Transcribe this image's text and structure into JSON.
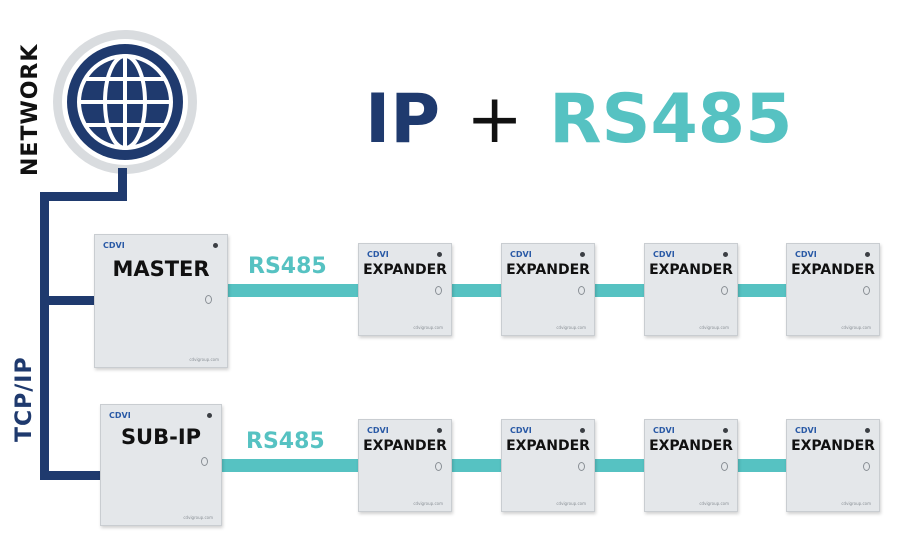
{
  "title": {
    "ip": "IP",
    "plus": "+",
    "rs485": "RS485"
  },
  "labels": {
    "network": "NETWORK",
    "tcp_ip": "TCP/IP"
  },
  "brand": "CDVI",
  "footer_text": "cdvigroup.com",
  "rows": [
    {
      "controller": "MASTER",
      "bus_label": "RS485",
      "expanders": [
        "EXPANDER",
        "EXPANDER",
        "EXPANDER",
        "EXPANDER"
      ]
    },
    {
      "controller": "SUB-IP",
      "bus_label": "RS485",
      "expanders": [
        "EXPANDER",
        "EXPANDER",
        "EXPANDER",
        "EXPANDER"
      ]
    }
  ],
  "colors": {
    "navy": "#1f3a6e",
    "teal": "#56c2c2",
    "box": "#e4e7ea"
  },
  "icons": {
    "network": "globe-icon"
  }
}
